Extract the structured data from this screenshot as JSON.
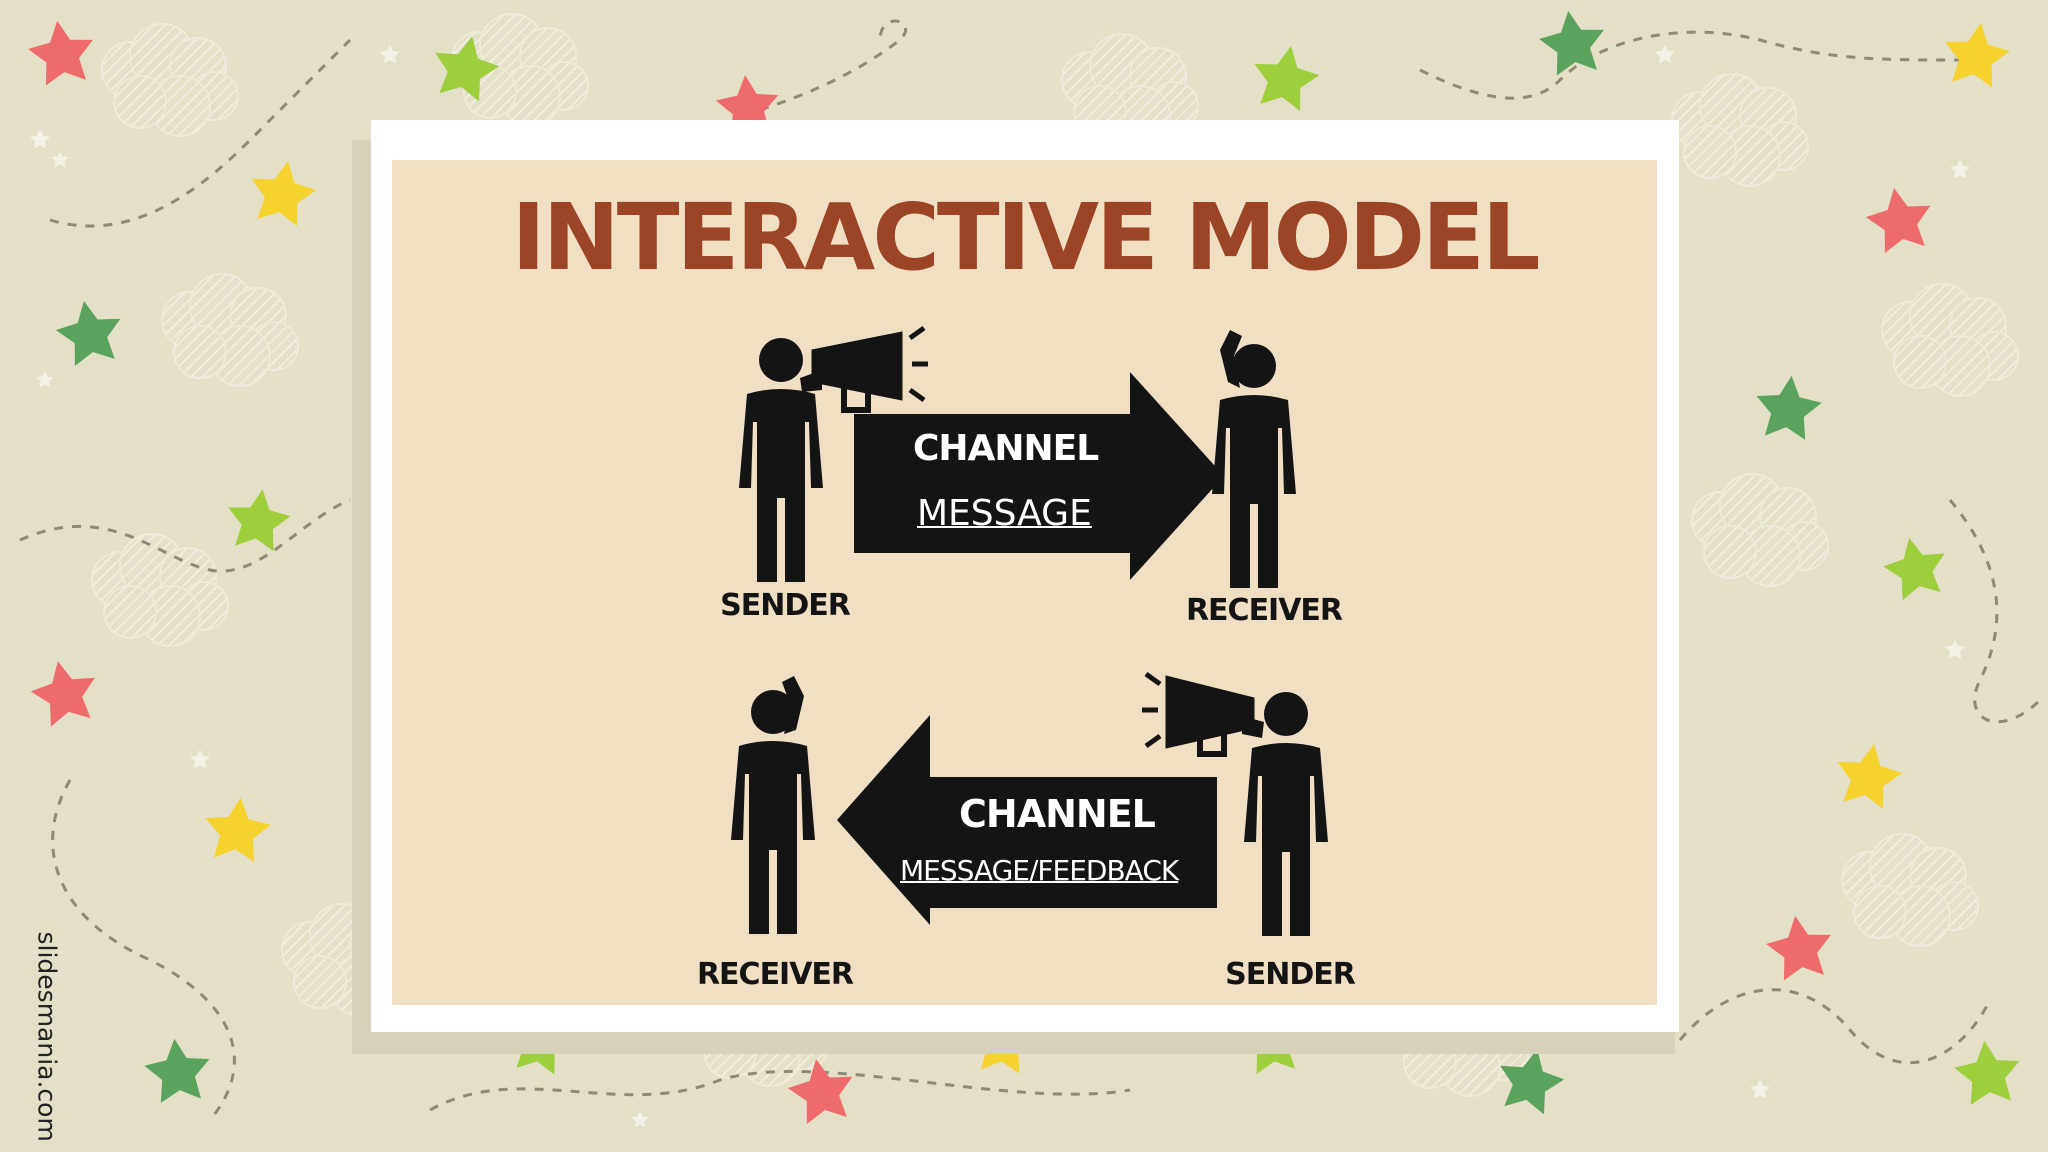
{
  "slide": {
    "title": "INTERACTIVE MODEL",
    "top_flow": {
      "sender_label": "SENDER",
      "receiver_label": "RECEIVER",
      "arrow_line1": "CHANNEL",
      "arrow_line2": "MESSAGE"
    },
    "bottom_flow": {
      "receiver_label": "RECEIVER",
      "sender_label": "SENDER",
      "arrow_line1": "CHANNEL",
      "arrow_line2": "MESSAGE/FEEDBACK"
    }
  },
  "watermark": "slidesmania.com",
  "colors": {
    "background": "#e4dfc7",
    "slide_fill": "#f0dfc3",
    "title": "#9b4526",
    "figure": "#141414",
    "star_red": "#ee6b6b",
    "star_green": "#5aa35d",
    "star_lime": "#9ccf3b",
    "star_yellow": "#f5d22e"
  },
  "icons": [
    "person-speaking-icon",
    "megaphone-icon",
    "person-listening-icon",
    "arrow-right-icon",
    "arrow-left-icon",
    "star-icon",
    "cloud-icon"
  ]
}
